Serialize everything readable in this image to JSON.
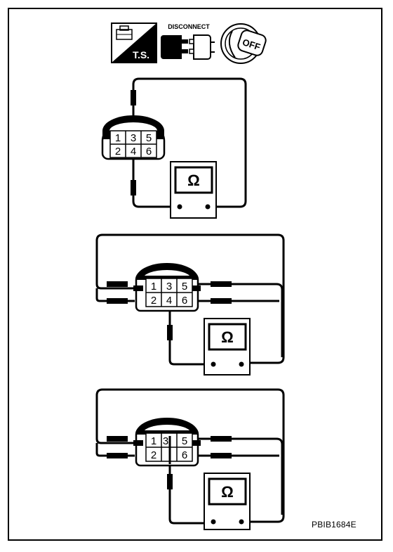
{
  "icons": {
    "ts_label": "T.S.",
    "disconnect_label": "DISCONNECT",
    "off_label": "OFF"
  },
  "meter_symbol": "Ω",
  "connector_pins": {
    "top": [
      "1",
      "3",
      "5"
    ],
    "bottom": [
      "2",
      "4",
      "6"
    ]
  },
  "panel_1": {
    "pins_bottom": [
      "2",
      "4",
      "6"
    ]
  },
  "panel_2": {
    "pins_bottom": [
      "2",
      "4",
      "6"
    ]
  },
  "panel_3": {
    "pins_bottom": [
      "2",
      "",
      "6"
    ]
  },
  "reference_code": "PBIB1684E"
}
